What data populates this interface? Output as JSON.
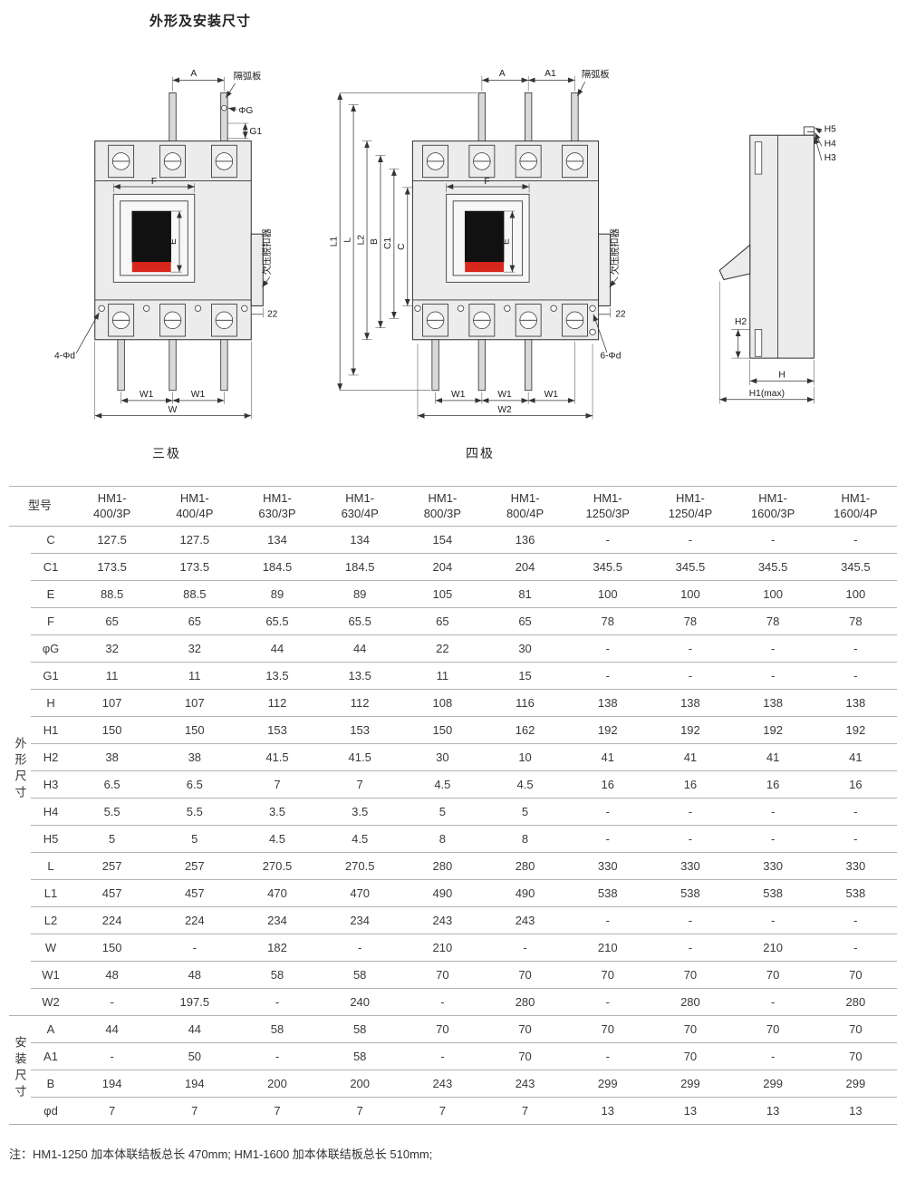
{
  "page": {
    "title": "外形及安装尺寸",
    "note": "注：HM1-1250 加本体联结板总长 470mm;  HM1-1600 加本体联结板总长 510mm;"
  },
  "drawings": {
    "three_pole": {
      "caption": "三极",
      "labels": {
        "a": "A",
        "arc_plate": "隔弧板",
        "phi_g": "ΦG",
        "g1": "G1",
        "f": "F",
        "e": "E",
        "uv_release": "欠压脱扣器",
        "tab_width": "22",
        "holes": "4-Φd",
        "w1_left": "W1",
        "w1_right": "W1",
        "w": "W"
      }
    },
    "four_pole": {
      "caption": "四极",
      "labels": {
        "a": "A",
        "a1": "A1",
        "arc_plate": "隔弧板",
        "l1": "L1",
        "l": "L",
        "l2": "L2",
        "b": "B",
        "c1": "C1",
        "c": "C",
        "f": "F",
        "e": "E",
        "uv_release": "欠压脱扣器",
        "tab_width": "22",
        "holes": "6-Φd",
        "w1_1": "W1",
        "w1_2": "W1",
        "w1_3": "W1",
        "w2": "W2"
      }
    },
    "side_view": {
      "labels": {
        "h5": "H5",
        "h4": "H4",
        "h3": "H3",
        "h2": "H2",
        "h": "H",
        "h1max": "H1(max)"
      }
    }
  },
  "table": {
    "model_header": "型号",
    "columns": [
      "HM1-400/3P",
      "HM1-400/4P",
      "HM1-630/3P",
      "HM1-630/4P",
      "HM1-800/3P",
      "HM1-800/4P",
      "HM1-1250/3P",
      "HM1-1250/4P",
      "HM1-1600/3P",
      "HM1-1600/4P"
    ],
    "groups": [
      {
        "label": "外形尺寸",
        "rows": [
          {
            "param": "C",
            "values": [
              "127.5",
              "127.5",
              "134",
              "134",
              "154",
              "136",
              "-",
              "-",
              "-",
              "-"
            ]
          },
          {
            "param": "C1",
            "values": [
              "173.5",
              "173.5",
              "184.5",
              "184.5",
              "204",
              "204",
              "345.5",
              "345.5",
              "345.5",
              "345.5"
            ]
          },
          {
            "param": "E",
            "values": [
              "88.5",
              "88.5",
              "89",
              "89",
              "105",
              "81",
              "100",
              "100",
              "100",
              "100"
            ]
          },
          {
            "param": "F",
            "values": [
              "65",
              "65",
              "65.5",
              "65.5",
              "65",
              "65",
              "78",
              "78",
              "78",
              "78"
            ]
          },
          {
            "param": "φG",
            "values": [
              "32",
              "32",
              "44",
              "44",
              "22",
              "30",
              "-",
              "-",
              "-",
              "-"
            ]
          },
          {
            "param": "G1",
            "values": [
              "11",
              "11",
              "13.5",
              "13.5",
              "11",
              "15",
              "-",
              "-",
              "-",
              "-"
            ]
          },
          {
            "param": "H",
            "values": [
              "107",
              "107",
              "112",
              "112",
              "108",
              "116",
              "138",
              "138",
              "138",
              "138"
            ]
          },
          {
            "param": "H1",
            "values": [
              "150",
              "150",
              "153",
              "153",
              "150",
              "162",
              "192",
              "192",
              "192",
              "192"
            ]
          },
          {
            "param": "H2",
            "values": [
              "38",
              "38",
              "41.5",
              "41.5",
              "30",
              "10",
              "41",
              "41",
              "41",
              "41"
            ]
          },
          {
            "param": "H3",
            "values": [
              "6.5",
              "6.5",
              "7",
              "7",
              "4.5",
              "4.5",
              "16",
              "16",
              "16",
              "16"
            ]
          },
          {
            "param": "H4",
            "values": [
              "5.5",
              "5.5",
              "3.5",
              "3.5",
              "5",
              "5",
              "-",
              "-",
              "-",
              "-"
            ]
          },
          {
            "param": "H5",
            "values": [
              "5",
              "5",
              "4.5",
              "4.5",
              "8",
              "8",
              "-",
              "-",
              "-",
              "-"
            ]
          },
          {
            "param": "L",
            "values": [
              "257",
              "257",
              "270.5",
              "270.5",
              "280",
              "280",
              "330",
              "330",
              "330",
              "330"
            ]
          },
          {
            "param": "L1",
            "values": [
              "457",
              "457",
              "470",
              "470",
              "490",
              "490",
              "538",
              "538",
              "538",
              "538"
            ]
          },
          {
            "param": "L2",
            "values": [
              "224",
              "224",
              "234",
              "234",
              "243",
              "243",
              "-",
              "-",
              "-",
              "-"
            ]
          },
          {
            "param": "W",
            "values": [
              "150",
              "-",
              "182",
              "-",
              "210",
              "-",
              "210",
              "-",
              "210",
              "-"
            ]
          },
          {
            "param": "W1",
            "values": [
              "48",
              "48",
              "58",
              "58",
              "70",
              "70",
              "70",
              "70",
              "70",
              "70"
            ]
          },
          {
            "param": "W2",
            "values": [
              "-",
              "197.5",
              "-",
              "240",
              "-",
              "280",
              "-",
              "280",
              "-",
              "280"
            ]
          }
        ]
      },
      {
        "label": "安装尺寸",
        "rows": [
          {
            "param": "A",
            "values": [
              "44",
              "44",
              "58",
              "58",
              "70",
              "70",
              "70",
              "70",
              "70",
              "70"
            ]
          },
          {
            "param": "A1",
            "values": [
              "-",
              "50",
              "-",
              "58",
              "-",
              "70",
              "-",
              "70",
              "-",
              "70"
            ]
          },
          {
            "param": "B",
            "values": [
              "194",
              "194",
              "200",
              "200",
              "243",
              "243",
              "299",
              "299",
              "299",
              "299"
            ]
          },
          {
            "param": "φd",
            "values": [
              "7",
              "7",
              "7",
              "7",
              "7",
              "7",
              "13",
              "13",
              "13",
              "13"
            ]
          }
        ]
      }
    ]
  }
}
